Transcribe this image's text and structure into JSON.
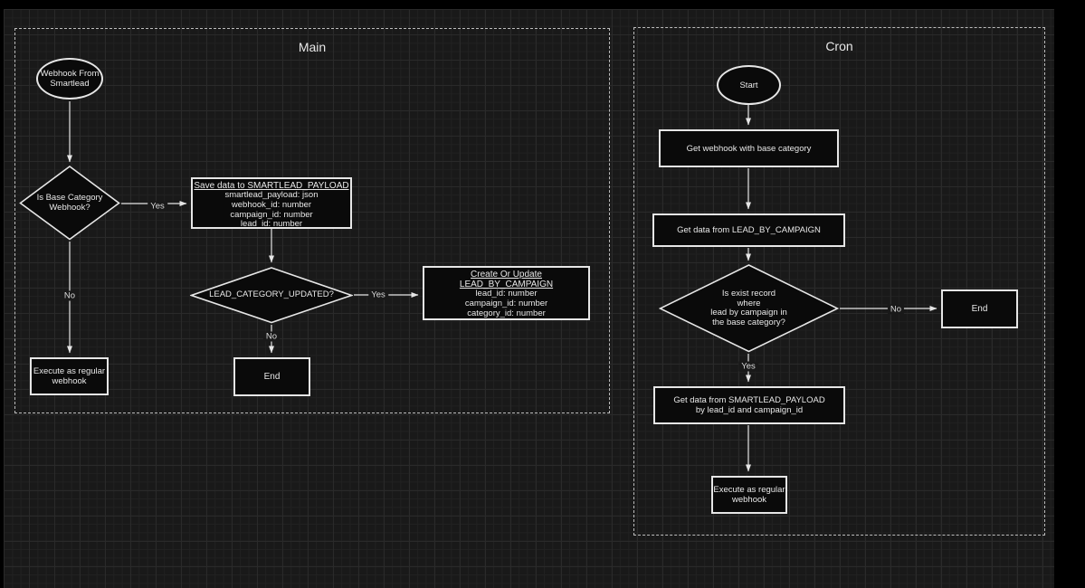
{
  "main": {
    "title": "Main",
    "nodes": {
      "webhook_start": "Webhook From\nSmartlead",
      "is_base_category": "Is Base Category\nWebhook?",
      "save_payload_title": "Save data to SMARTLEAD_PAYLOAD",
      "save_payload_fields": [
        "smartlead_payload: json",
        "webhook_id: number",
        "campaign_id: number",
        "lead_id: number"
      ],
      "lead_category_updated": "LEAD_CATEGORY_UPDATED?",
      "create_update_title": "Create Or Update\nLEAD_BY_CAMPAIGN",
      "create_update_fields": [
        "lead_id: number",
        "campaign_id: number",
        "category_id: number"
      ],
      "end": "End",
      "execute_regular": "Execute as regular\nwebhook"
    },
    "edge_labels": {
      "yes_save": "Yes",
      "no_execute": "No",
      "yes_create": "Yes",
      "no_end": "No"
    }
  },
  "cron": {
    "title": "Cron",
    "nodes": {
      "start": "Start",
      "get_webhook": "Get webhook with base category",
      "get_lead_by_campaign": "Get data from LEAD_BY_CAMPAIGN",
      "is_exist_record": "Is exist record\nwhere\nlead by campaign in\nthe base category?",
      "end": "End",
      "get_smartlead_payload": "Get data from SMARTLEAD_PAYLOAD\nby lead_id and campaign_id",
      "execute_regular": "Execute as regular\nwebhook"
    },
    "edge_labels": {
      "no_end": "No",
      "yes_get": "Yes"
    }
  },
  "colors": {
    "canvas_bg": "#191919",
    "shape_fill": "#0a0a0a",
    "shape_stroke": "#e6e6e6",
    "text": "#e8e8e8",
    "container_border": "#bdbdbd"
  }
}
